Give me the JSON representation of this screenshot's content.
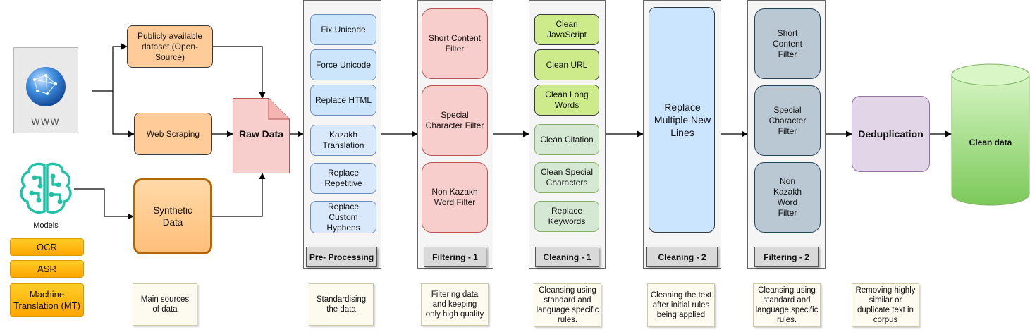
{
  "sources": {
    "www_label": "www",
    "models_label": "Models",
    "public_dataset": "Publicly available dataset (Open-Source)",
    "web_scraping": "Web Scraping",
    "synthetic_data": "Synthetic Data",
    "model_types": [
      "OCR",
      "ASR",
      "Machine Translation (MT)"
    ],
    "note": "Main sources of data"
  },
  "raw_data": "Raw Data",
  "preprocessing": {
    "title": "Pre- Processing",
    "items": [
      "Fix Unicode",
      "Force Unicode",
      "Replace HTML",
      "Kazakh Translation",
      "Replace Repetitive",
      "Replace Custom Hyphens"
    ],
    "note": "Standardising the data"
  },
  "filtering1": {
    "title": "Filtering - 1",
    "items": [
      "Short Content Filter",
      "Special Character Filter",
      "Non Kazakh Word Filter"
    ],
    "note": "Filtering data and keeping only high quality"
  },
  "cleaning1": {
    "title": "Cleaning - 1",
    "items": [
      "Clean JavaScript",
      "Clean URL",
      "Clean Long Words",
      "Clean Citation",
      "Clean Special Characters",
      "Replace Keywords"
    ],
    "note": "Cleansing using standard and language specific rules."
  },
  "cleaning2": {
    "title": "Cleaning - 2",
    "item": "Replace Multiple New Lines",
    "note": "Cleaning the text after initial rules being applied"
  },
  "filtering2": {
    "title": "Filtering - 2",
    "items": [
      "Short Content Filter",
      "Special Character Filter",
      "Non Kazakh Word Filter"
    ],
    "note": "Cleansing using standard and language specific rules."
  },
  "deduplication": {
    "label": "Deduplication",
    "note": "Removing highly similar or duplicate text in corpus"
  },
  "clean_data": "Clean data",
  "colors": {
    "blue": "#cce5fa",
    "red": "#f8cecc",
    "green": "#cdeb8b",
    "slate": "#bac8d3",
    "orange": "#ffcc99",
    "purple": "#e1d5e7",
    "cylinder": "#8fd46a",
    "icon_teal": "#21c1a6"
  }
}
